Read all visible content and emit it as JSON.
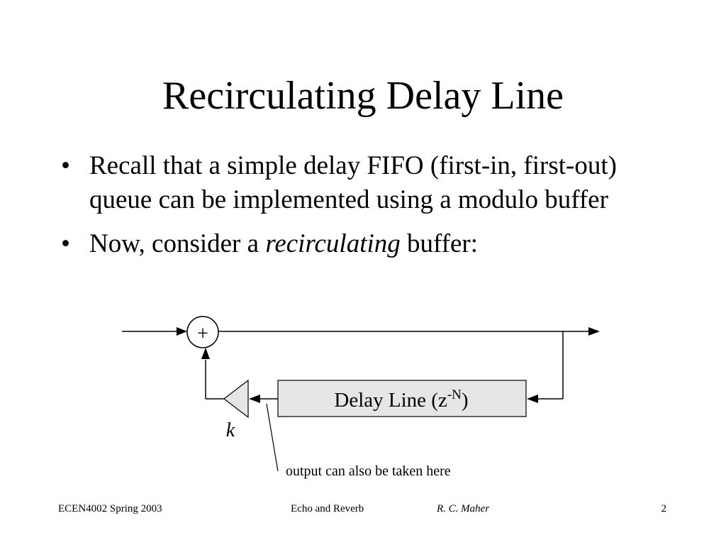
{
  "slide": {
    "title": "Recirculating Delay Line",
    "bullets": [
      {
        "marker": "•",
        "text": "Recall that a simple delay FIFO (first-in, first-out) queue can be implemented using a modulo buffer"
      },
      {
        "marker": "•",
        "text_before": "Now, consider a ",
        "text_italic": "recirculating",
        "text_after": " buffer:"
      }
    ]
  },
  "diagram": {
    "adder_symbol": "+",
    "delay_box_label": "Delay Line  (z",
    "delay_box_exponent": "-N",
    "delay_box_close": ")",
    "gain_label": "k",
    "output_note": "output can also be taken here",
    "box_fill": "#e6e6e6"
  },
  "footer": {
    "course": "ECEN4002 Spring 2003",
    "topic": "Echo and Reverb",
    "author": "R. C. Maher",
    "page": "2"
  }
}
